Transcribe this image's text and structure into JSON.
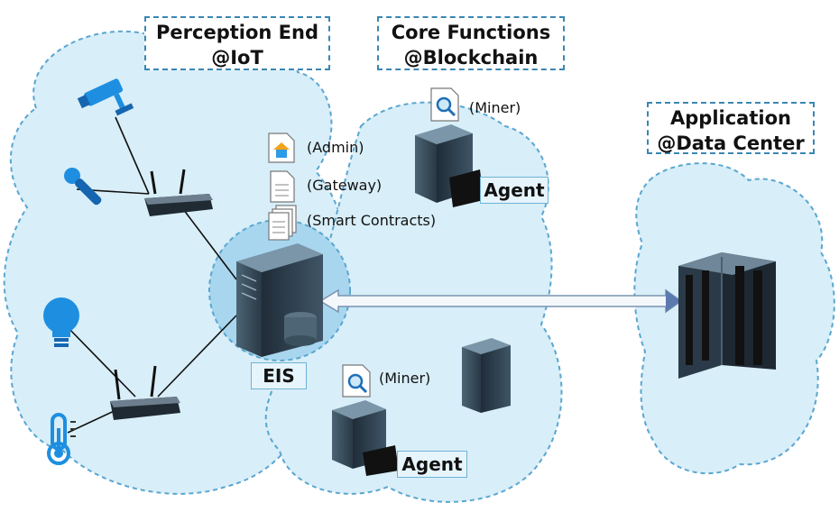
{
  "zones": {
    "perception": {
      "title_line1": "Perception End",
      "title_line2": "@IoT"
    },
    "core": {
      "title_line1": "Core Functions",
      "title_line2": "@Blockchain"
    },
    "application": {
      "title_line1": "Application",
      "title_line2": "@Data Center"
    }
  },
  "labels": {
    "admin": "(Admin)",
    "gateway": "(Gateway)",
    "smart_contracts": "(Smart Contracts)",
    "miner_top": "(Miner)",
    "miner_bottom": "(Miner)",
    "agent_top": "Agent",
    "agent_bottom": "Agent",
    "eis": "EIS"
  },
  "icons": [
    "cctv-camera-icon",
    "microphone-icon",
    "light-bulb-icon",
    "thermometer-icon",
    "router-icon",
    "server-icon",
    "mainframe-icon",
    "document-icon",
    "home-document-icon",
    "search-document-icon",
    "stacked-documents-icon",
    "double-arrow-icon"
  ],
  "colors": {
    "cloud_fill": "#d8eef8",
    "cloud_border": "#5aa6d0",
    "eis_circle": "#a9d6ef",
    "server_dark": "#2b3a48",
    "icon_blue": "#1e8fe0"
  }
}
